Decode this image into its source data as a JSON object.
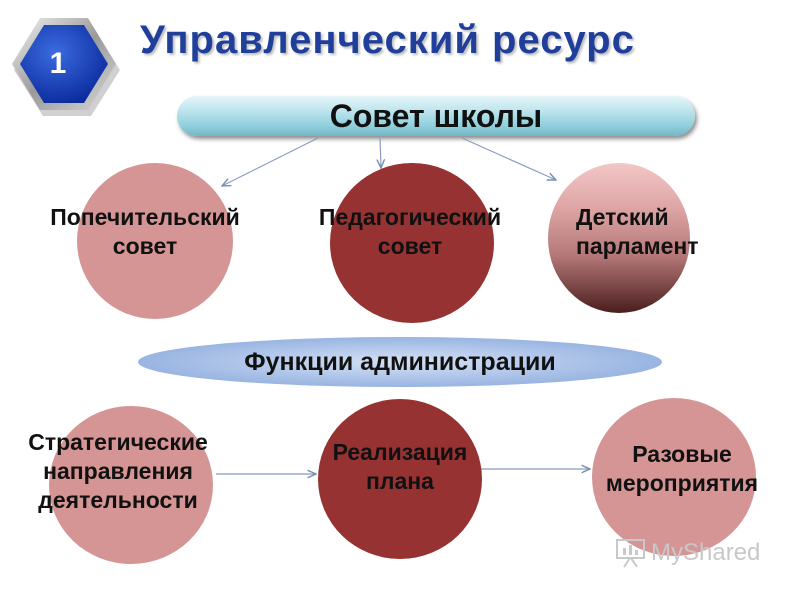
{
  "badge": {
    "number": "1"
  },
  "title": "Управленческий ресурс",
  "council": "Совет школы",
  "top_nodes": [
    {
      "line1": "Попечительский",
      "line2": "совет"
    },
    {
      "line1": "Педагогический",
      "line2": "совет"
    },
    {
      "line1": "Детский",
      "line2": "парламент"
    }
  ],
  "functions_label": "Функции администрации",
  "bottom_nodes": [
    {
      "line1": "Стратегические",
      "line2": "направления",
      "line3": "деятельности"
    },
    {
      "line1": "Реализация",
      "line2": "плана"
    },
    {
      "line1": "Разовые",
      "line2": "мероприятия"
    }
  ],
  "colors": {
    "title": "#1f3f9a",
    "light_circle": "#d59595",
    "dark_circle": "#963232",
    "pill": "#9ed6e2",
    "ellipse": "#a9c1e6"
  },
  "watermark": {
    "icon": "presentation-board-icon",
    "text": "MyShared"
  }
}
